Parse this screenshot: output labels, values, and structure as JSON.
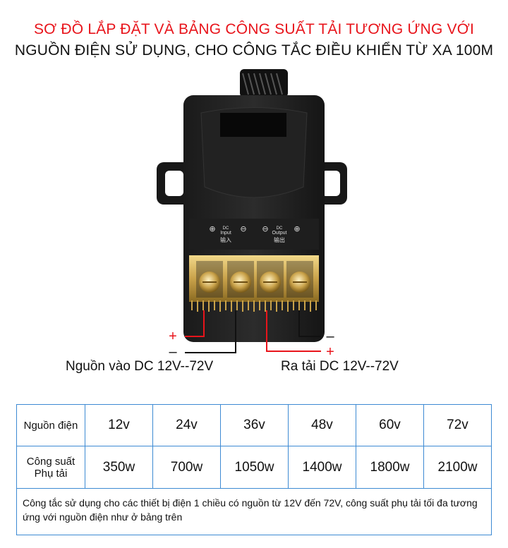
{
  "header": {
    "line1": "SƠ ĐỒ LẮP ĐẶT VÀ BẢNG CÔNG SUẤT TẢI TƯƠNG ỨNG VỚI",
    "line2": "NGUỒN ĐIỆN SỬ DỤNG, CHO CÔNG TẮC ĐIỀU KHIỂN TỪ XA 100M"
  },
  "device": {
    "dc_left": "DC",
    "input_en": "Input",
    "input_cn": "输入",
    "dc_right": "DC",
    "output_en": "Output",
    "output_cn": "输出"
  },
  "wiring": {
    "plus_in": "+",
    "minus_in": "–",
    "minus_out": "–",
    "plus_out": "+",
    "input_caption": "Nguồn vào DC 12V--72V",
    "output_caption": "Ra tải DC 12V--72V"
  },
  "colors": {
    "red": "#e8141b",
    "table_border": "#3d8ad3"
  },
  "table": {
    "row1_label": "Nguồn điện",
    "row2_label_line1": "Công suất",
    "row2_label_line2": "Phụ tải",
    "voltages": [
      "12v",
      "24v",
      "36v",
      "48v",
      "60v",
      "72v"
    ],
    "powers": [
      "350w",
      "700w",
      "1050w",
      "1400w",
      "1800w",
      "2100w"
    ],
    "note": "Công tắc sử dụng cho các thiết bị điện 1 chiều có nguồn từ 12V đến 72V, công suất phụ tải tối đa tương ứng với nguồn điện như ở bảng trên"
  }
}
